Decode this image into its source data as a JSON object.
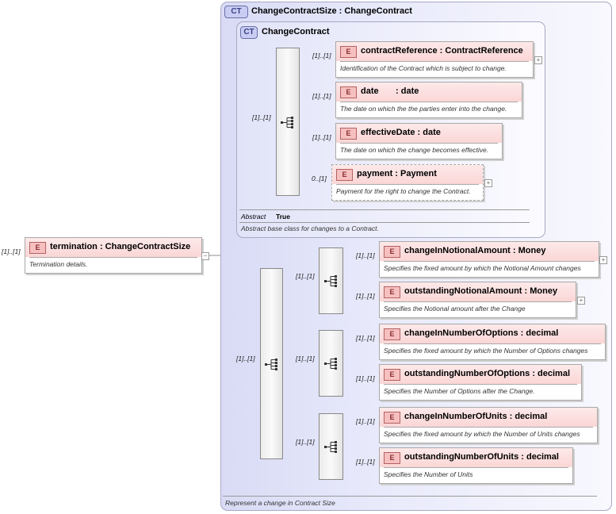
{
  "root_element": {
    "cardinality": "[1]..[1]",
    "name": "termination : ChangeContractSize",
    "description": "Termination details.",
    "toggle": "−"
  },
  "outer_type": {
    "badge": "CT",
    "title": "ChangeContractSize : ChangeContract",
    "footer": "Represent a change in Contract Size"
  },
  "inner_type": {
    "badge": "CT",
    "title": "ChangeContract",
    "abstract_label": "Abstract",
    "abstract_value": "True",
    "description": "Abstract base class for changes to a Contract."
  },
  "sequence_cards": {
    "inner_seq": "[1]..[1]",
    "outer_seq": "[1]..[1]",
    "group1": "[1]..[1]",
    "group2": "[1]..[1]",
    "group3": "[1]..[1]"
  },
  "inner_elements": [
    {
      "card": "[1]..[1]",
      "name": "contractReference : ContractReference",
      "desc": "Identification of the Contract which is subject to change.",
      "toggle": "+"
    },
    {
      "card": "[1]..[1]",
      "name": "date       : date",
      "desc": "The date on which the the parties enter into the change.",
      "toggle": ""
    },
    {
      "card": "[1]..[1]",
      "name": "effectiveDate : date",
      "desc": "The date on which the change becomes effective.",
      "toggle": ""
    },
    {
      "card": "0..[1]",
      "name": "payment : Payment",
      "desc": "Payment for the right to change the Contract.",
      "toggle": "+"
    }
  ],
  "outer_elements": [
    {
      "card": "[1]..[1]",
      "name": "changeInNotionalAmount : Money",
      "desc": "Specifies the fixed amount by which the Notional Amount changes",
      "toggle": "+"
    },
    {
      "card": "[1]..[1]",
      "name": "outstandingNotionalAmount : Money",
      "desc": "Specifies the Notional amount after the Change",
      "toggle": "+"
    },
    {
      "card": "[1]..[1]",
      "name": "changeInNumberOfOptions : decimal",
      "desc": "Specifies the fixed amount by which the Number of Options changes",
      "toggle": ""
    },
    {
      "card": "[1]..[1]",
      "name": "outstandingNumberOfOptions : decimal",
      "desc": "Specifies the Number of Options after the Change.",
      "toggle": ""
    },
    {
      "card": "[1]..[1]",
      "name": "changeInNumberOfUnits : decimal",
      "desc": "Specifies the fixed amount by which the Number of Units changes",
      "toggle": ""
    },
    {
      "card": "[1]..[1]",
      "name": "outstandingNumberOfUnits : decimal",
      "desc": "Specifies the Number of Units",
      "toggle": ""
    }
  ]
}
